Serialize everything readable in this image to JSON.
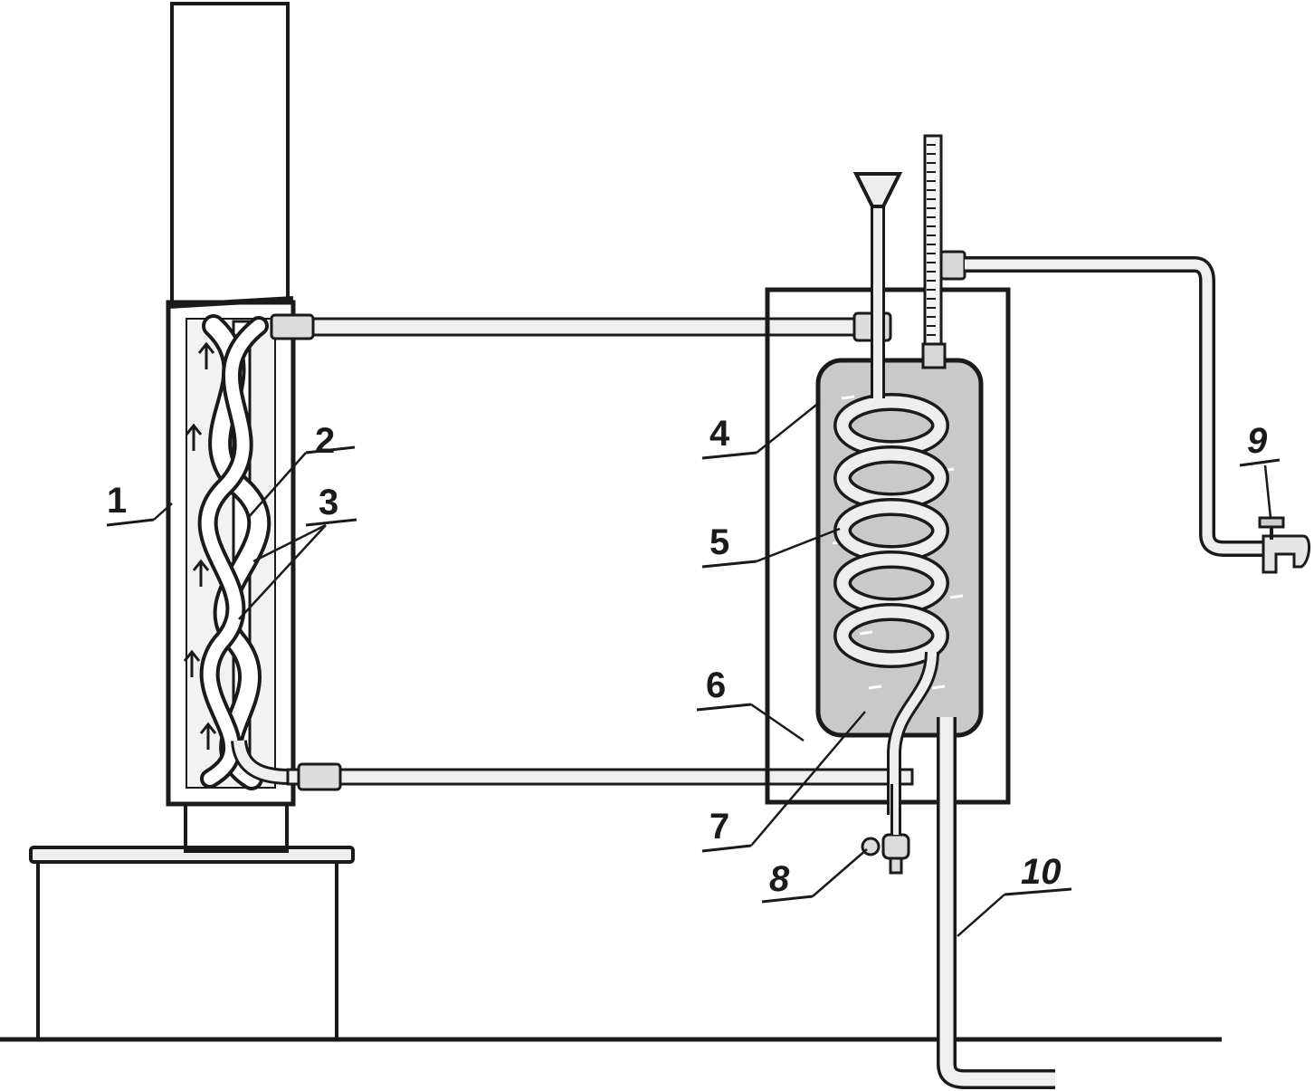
{
  "colors": {
    "ink": "#1a1a1a",
    "metal": "#d6d6d6",
    "water": "#c9c9c9",
    "insulation": "#f4f4f4",
    "stove": "#d2d2d2"
  },
  "labels": {
    "l1": "1",
    "l2": "2",
    "l3": "3",
    "l4": "4",
    "l5": "5",
    "l6": "6",
    "l7": "7",
    "l8": "8",
    "l9": "9",
    "l10": "10"
  }
}
